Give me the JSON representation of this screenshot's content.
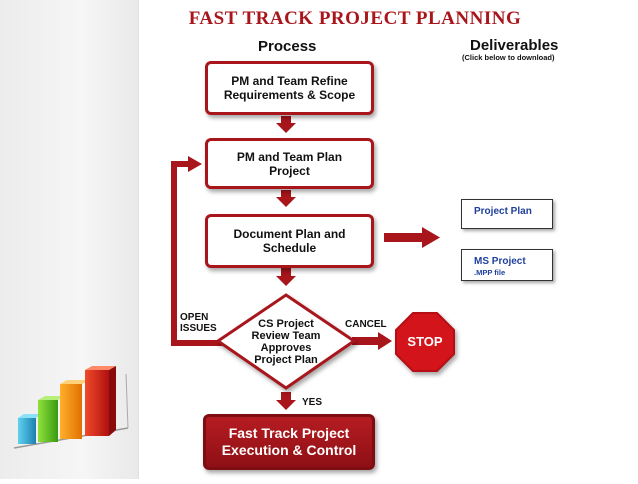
{
  "title": "FAST TRACK PROJECT PLANNING",
  "columns": {
    "process": "Process",
    "deliverables": "Deliverables",
    "deliverables_note": "(Click below to download)"
  },
  "steps": {
    "refine": "PM and Team Refine\nRequirements & Scope",
    "plan": "PM and Team Plan\nProject",
    "document": "Document Plan and\nSchedule",
    "decision": "CS Project\nReview Team\nApproves\nProject Plan",
    "final": "Fast Track Project\nExecution & Control"
  },
  "deliverables": {
    "project_plan": "Project Plan",
    "ms_project": "MS Project",
    "ms_project_sub": ".MPP file"
  },
  "labels": {
    "open_issues": "OPEN\nISSUES",
    "cancel": "CANCEL",
    "yes": "YES",
    "stop": "STOP"
  },
  "colors": {
    "accent": "#a8151b",
    "stop": "#d3141b",
    "link": "#1f3f9c"
  },
  "icons": {
    "sidebar": "bar-chart-icon"
  }
}
